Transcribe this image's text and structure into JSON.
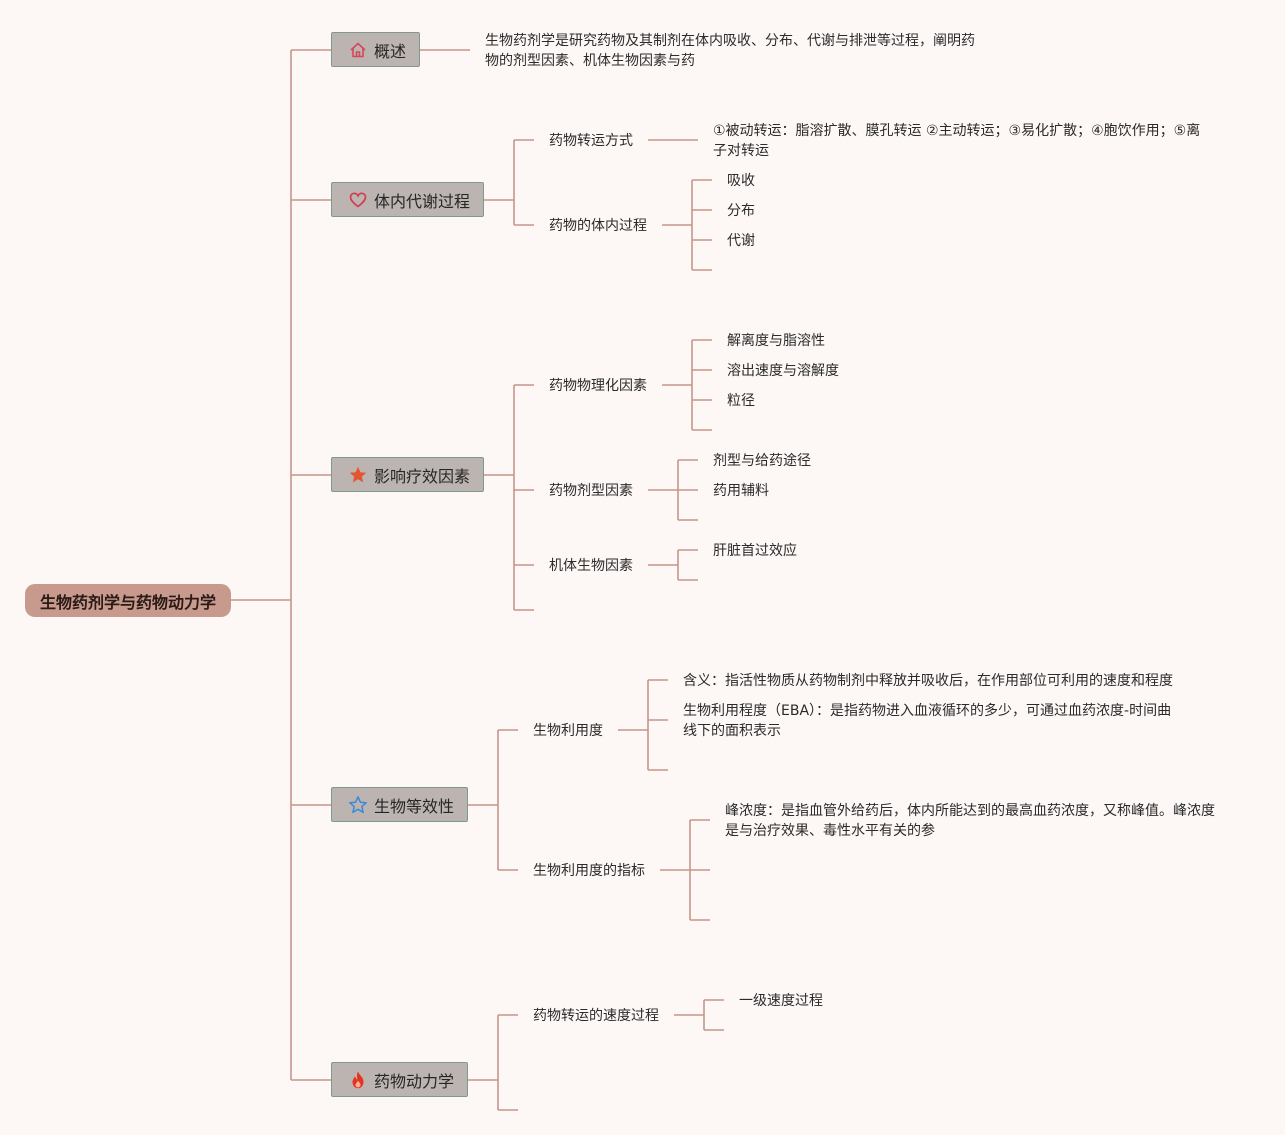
{
  "root": {
    "label": "生物药剂学与药物动力学"
  },
  "branches": {
    "overview": {
      "label": "概述",
      "icon": "home-icon",
      "text": "生物药剂学是研究药物及其制剂在体内吸收、分布、代谢与排泄等过程，阐明药物的剂型因素、机体生物因素与药"
    },
    "metabolism": {
      "label": "体内代谢过程",
      "icon": "heart-icon",
      "transport": {
        "label": "药物转运方式",
        "detail": "①被动转运：脂溶扩散、膜孔转运 ②主动转运；③易化扩散；④胞饮作用；⑤离子对转运"
      },
      "process": {
        "label": "药物的体内过程",
        "items": [
          "吸收",
          "分布",
          "代谢"
        ]
      }
    },
    "efficacy": {
      "label": "影响疗效因素",
      "icon": "star-filled-icon",
      "physchem": {
        "label": "药物物理化因素",
        "items": [
          "解离度与脂溶性",
          "溶出速度与溶解度",
          "粒径"
        ]
      },
      "dosage": {
        "label": "药物剂型因素",
        "items": [
          "剂型与给药途径",
          "药用辅料"
        ]
      },
      "biological": {
        "label": "机体生物因素",
        "items": [
          "肝脏首过效应"
        ]
      }
    },
    "bioequivalence": {
      "label": "生物等效性",
      "icon": "star-outline-icon",
      "bioavailability": {
        "label": "生物利用度",
        "items": [
          "含义：指活性物质从药物制剂中释放并吸收后，在作用部位可利用的速度和程度",
          "生物利用程度（EBA）：是指药物进入血液循环的多少，可通过血药浓度-时间曲线下的面积表示"
        ]
      },
      "indicators": {
        "label": "生物利用度的指标",
        "items": [
          "峰浓度：是指血管外给药后，体内所能达到的最高血药浓度，又称峰值。峰浓度是与治疗效果、毒性水平有关的参"
        ]
      }
    },
    "pharmacokinetics": {
      "label": "药物动力学",
      "icon": "flame-icon",
      "rate": {
        "label": "药物转运的速度过程",
        "items": [
          "一级速度过程"
        ]
      }
    }
  },
  "colors": {
    "background": "#fdf7f6",
    "connector": "#c4968a",
    "root_fill": "#c79a8d",
    "branch_fill": "#bcb4b1",
    "branch_border": "#7c9a90"
  }
}
